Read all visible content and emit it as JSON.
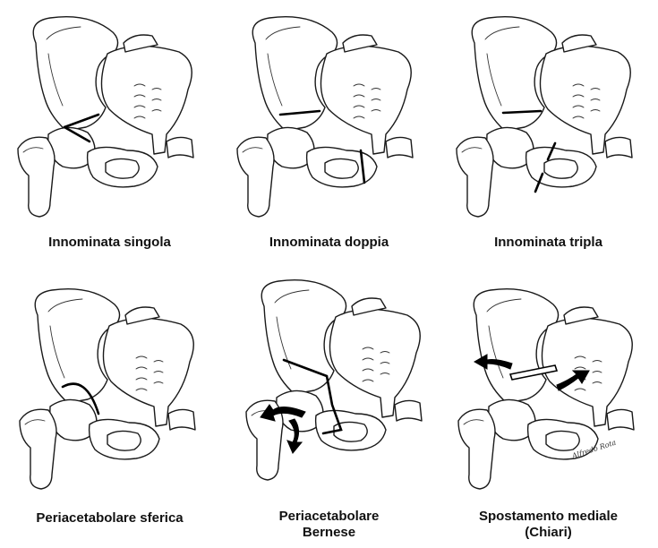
{
  "panels": [
    {
      "id": "innominata-singola",
      "caption_lines": [
        "Innominata singola"
      ]
    },
    {
      "id": "innominata-doppia",
      "caption_lines": [
        "Innominata doppia"
      ]
    },
    {
      "id": "innominata-tripla",
      "caption_lines": [
        "Innominata tripla"
      ]
    },
    {
      "id": "periacetabolare-sferica",
      "caption_lines": [
        "Periacetabolare sferica"
      ]
    },
    {
      "id": "periacetabolare-bernese",
      "caption_lines": [
        "Periacetabolare",
        "Bernese"
      ]
    },
    {
      "id": "spostamento-mediale",
      "caption_lines": [
        "Spostamento mediale",
        "(Chiari)"
      ]
    }
  ],
  "signature": "Alfredo Rota"
}
